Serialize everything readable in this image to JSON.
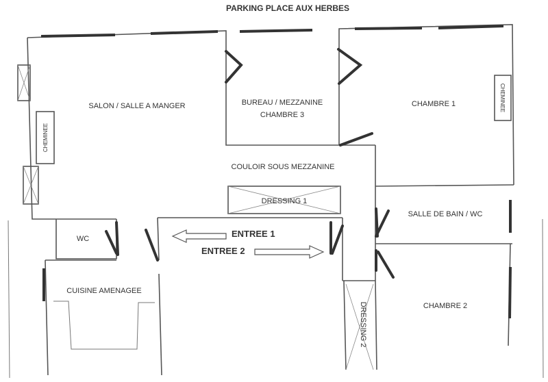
{
  "title": "PARKING PLACE AUX HERBES",
  "rooms": {
    "salon": "SALON / SALLE A MANGER",
    "bureau_line1": "BUREAU / MEZZANINE",
    "bureau_line2": "CHAMBRE 3",
    "chambre1": "CHAMBRE 1",
    "couloir": "COULOIR SOUS MEZZANINE",
    "dressing1": "DRESSING 1",
    "salle_de_bain": "SALLE DE BAIN / WC",
    "wc": "WC",
    "cuisine": "CUISINE AMENAGEE",
    "chambre2": "CHAMBRE 2",
    "dressing2": "DRESSING 2"
  },
  "fixtures": {
    "cheminee_left": "CHEMINEE",
    "cheminee_right": "CHEMINEE"
  },
  "entries": {
    "entree1": "ENTREE 1",
    "entree2": "ENTREE 2"
  }
}
